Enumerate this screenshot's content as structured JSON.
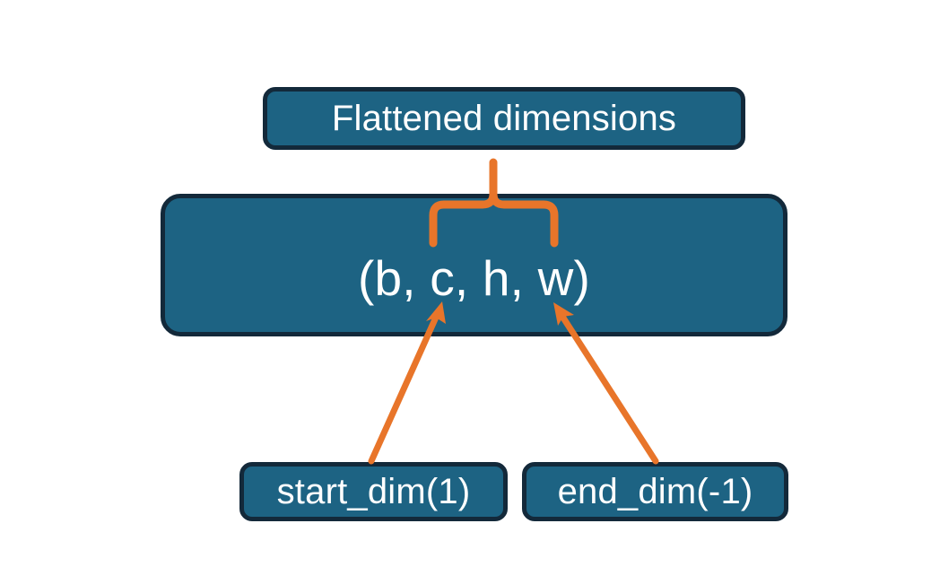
{
  "diagram": {
    "title_node": {
      "label": "Flattened dimensions",
      "name": "flattened-dimensions-box"
    },
    "shape_node": {
      "label": "(b, c, h, w)",
      "name": "shape-tuple-box",
      "dims": [
        "b",
        "c",
        "h",
        "w"
      ]
    },
    "argument_nodes": [
      {
        "label": "start_dim(1)",
        "name": "start-dim-box",
        "value": 1
      },
      {
        "label": "end_dim(-1)",
        "name": "end-dim-box",
        "value": -1
      }
    ],
    "connectors": {
      "brace": {
        "name": "flatten-range-brace",
        "spans_dims": [
          "c",
          "h",
          "w"
        ],
        "points_to": "Flattened dimensions"
      },
      "arrows": [
        {
          "name": "start-dim-arrow",
          "from": "start_dim(1)",
          "to": "c"
        },
        {
          "name": "end-dim-arrow",
          "from": "end_dim(-1)",
          "to": "w"
        }
      ]
    },
    "colors": {
      "box_fill": "#1d6383",
      "box_border": "#13293a",
      "text": "#ffffff",
      "accent": "#e8752a",
      "background": "#ffffff"
    }
  }
}
